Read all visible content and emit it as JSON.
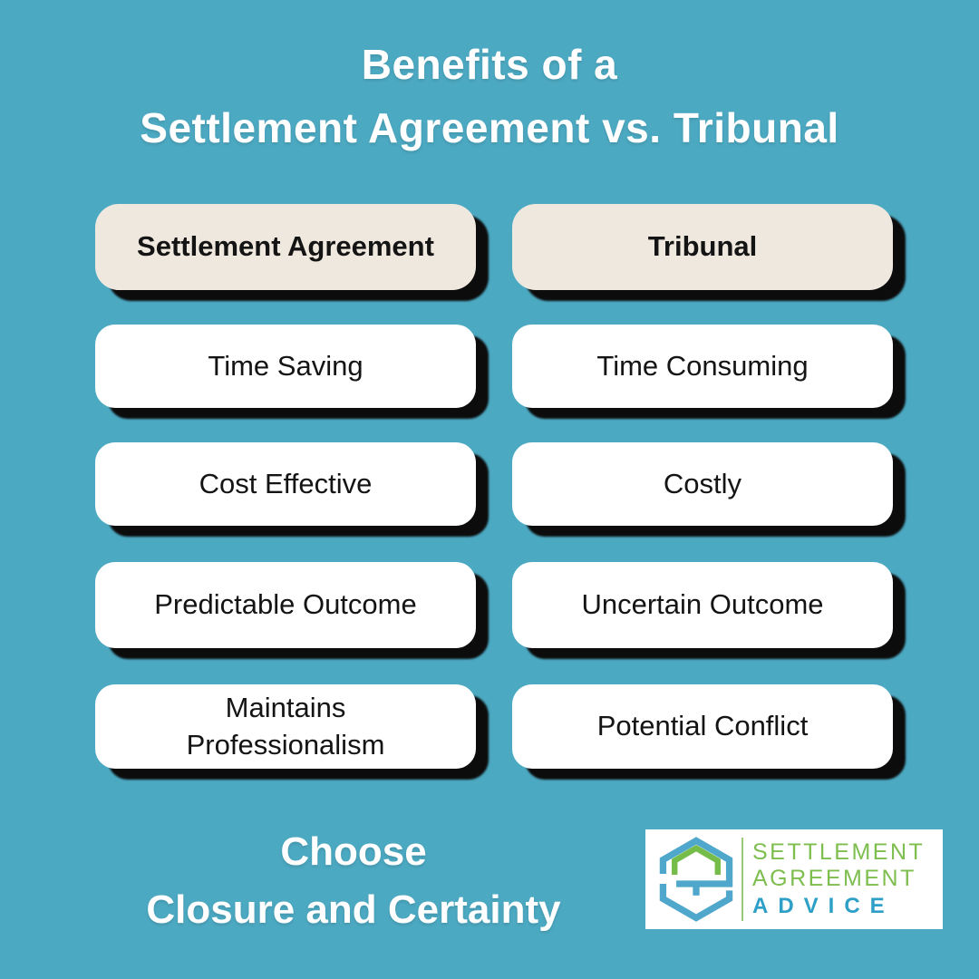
{
  "theme": {
    "bg": "#4CA9C2",
    "cream": "#EFE8DE",
    "rowbg": "#FFFFFF",
    "shadow": "#0C0C0C",
    "titlecolor": "#FFFFFF",
    "textdark": "#141414",
    "logogreen": "#7DBE4E",
    "logoblue": "#2E9FC6",
    "iconblue": "#4FA8CB",
    "icongreen": "#76BC48",
    "dividergreen": "#9CC87A"
  },
  "title": {
    "line1": "Benefits of a",
    "line2": "Settlement Agreement vs. Tribunal"
  },
  "comparison": {
    "columns": [
      {
        "header": "Settlement Agreement",
        "rows": [
          "Time Saving",
          "Cost Effective",
          "Predictable Outcome",
          "Maintains Professionalism"
        ]
      },
      {
        "header": "Tribunal",
        "rows": [
          "Time Consuming",
          "Costly",
          "Uncertain Outcome",
          "Potential Conflict"
        ]
      }
    ]
  },
  "footer": {
    "line1": "Choose",
    "line2": "Closure and Certainty"
  },
  "logo": {
    "icon": "hexagon-house-s-icon",
    "line1": "SETTLEMENT",
    "line2": "AGREEMENT",
    "line3": "ADVICE"
  }
}
